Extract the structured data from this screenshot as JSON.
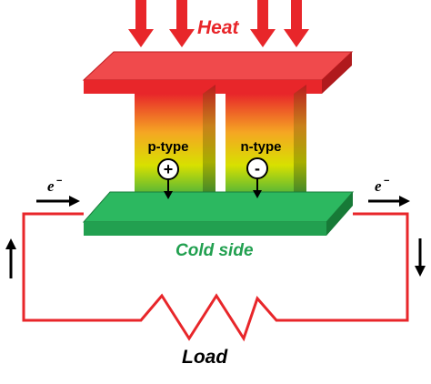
{
  "colors": {
    "hot": "#e8262a",
    "cold": "#22a050",
    "circuit": "#e8262a",
    "arrow": "#000000",
    "gradient_top": "#e8262a",
    "gradient_mid": "#f5a623",
    "gradient_low": "#d8e000",
    "gradient_bottom": "#28a84a"
  },
  "labels": {
    "heat": "Heat",
    "cold_side": "Cold side",
    "load": "Load",
    "p_type": "p-type",
    "n_type": "n-type",
    "plus": "+",
    "minus": "-",
    "electron": "e",
    "electron_charge": "−"
  },
  "icons": {
    "heat_arrows": "down-arrow-icon",
    "carrier_arrows": "down-arrow-icon",
    "electron_arrows": "right-arrow-icon",
    "current_left": "up-arrow-icon",
    "current_right": "down-arrow-icon"
  }
}
